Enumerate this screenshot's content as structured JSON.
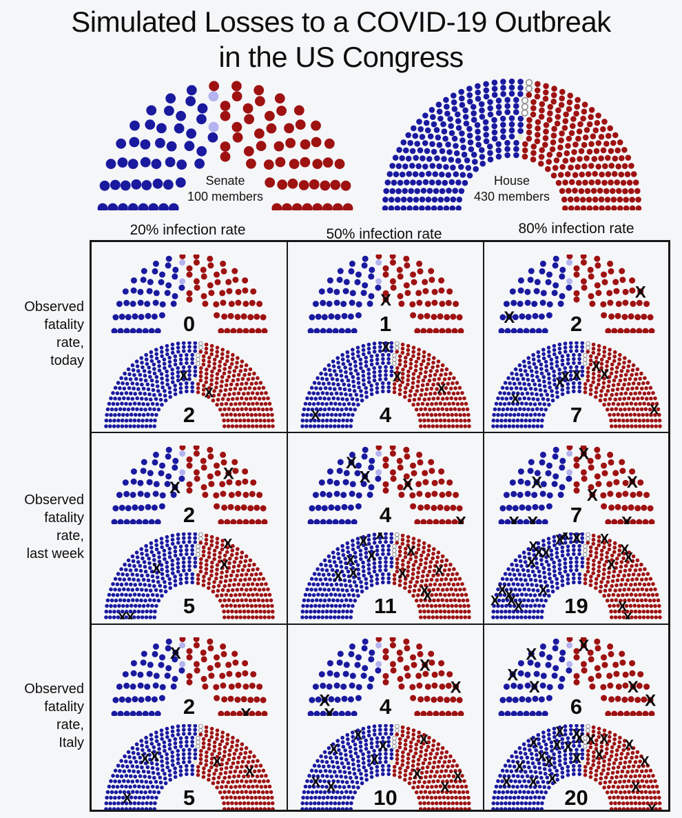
{
  "title": {
    "line1": "Simulated Losses to a COVID-19 Outbreak",
    "line2": "in the US Congress"
  },
  "colors": {
    "democrat": "#1a1a9f",
    "republican": "#9e1212",
    "independent": "#b3b3ef",
    "libertarian": "#e9e9cf",
    "vacant_fill": "#fdfdfd",
    "vacant_ring": "#8c8c8c",
    "mark": "#0a0a0a",
    "border": "#161616",
    "background": "#f5f6f8"
  },
  "chambers": {
    "senate": {
      "label": "Senate",
      "sublabel": "100 members",
      "total_seats": 100,
      "composition": [
        {
          "party": "democrat",
          "seats": 45
        },
        {
          "party": "independent",
          "seats": 2
        },
        {
          "party": "republican",
          "seats": 53
        }
      ]
    },
    "house": {
      "label": "House",
      "sublabel": "430 members",
      "total_seats": 435,
      "composition": [
        {
          "party": "democrat",
          "seats": 233
        },
        {
          "party": "libertarian",
          "seats": 1
        },
        {
          "party": "vacant",
          "seats": 5
        },
        {
          "party": "republican",
          "seats": 196
        }
      ]
    }
  },
  "grid": {
    "row_label_lines": [
      [
        "Observed",
        "fatality",
        "rate,",
        "today"
      ],
      [
        "Observed",
        "fatality",
        "rate,",
        "last week"
      ],
      [
        "Observed",
        "fatality",
        "rate,",
        "Italy"
      ]
    ]
  },
  "chart_data": {
    "type": "parliament-grid",
    "title": "Simulated Losses to a COVID-19 Outbreak in the US Congress",
    "columns": [
      "20% infection rate",
      "50% infection rate",
      "80% infection rate"
    ],
    "rows": [
      "Observed fatality rate, today",
      "Observed fatality rate, last week",
      "Observed fatality rate, Italy"
    ],
    "senate_losses": [
      [
        0,
        1,
        2
      ],
      [
        2,
        4,
        7
      ],
      [
        2,
        4,
        6
      ]
    ],
    "house_losses": [
      [
        2,
        4,
        7
      ],
      [
        5,
        11,
        19
      ],
      [
        5,
        10,
        20
      ]
    ],
    "senate_marks_dem_rep": [
      [
        [
          0,
          0
        ],
        [
          0,
          1
        ],
        [
          1,
          1
        ]
      ],
      [
        [
          1,
          1
        ],
        [
          2,
          2
        ],
        [
          3,
          4
        ]
      ],
      [
        [
          1,
          1
        ],
        [
          2,
          2
        ],
        [
          3,
          3
        ]
      ]
    ],
    "house_marks_dem_rep": [
      [
        [
          1,
          1
        ],
        [
          2,
          2
        ],
        [
          4,
          3
        ]
      ],
      [
        [
          3,
          2
        ],
        [
          6,
          5
        ],
        [
          13,
          6
        ]
      ],
      [
        [
          3,
          2
        ],
        [
          6,
          4
        ],
        [
          13,
          7
        ]
      ]
    ]
  }
}
